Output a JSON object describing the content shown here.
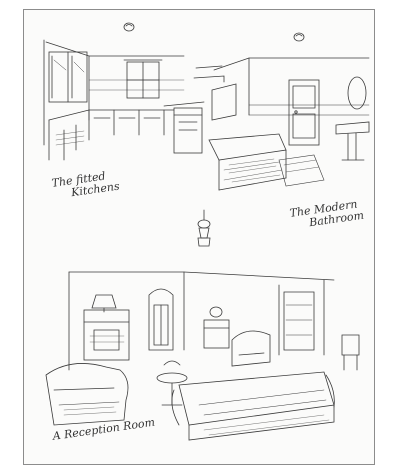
{
  "captions": {
    "kitchens": {
      "line1": "The fitted",
      "line2": "Kitchens"
    },
    "bathroom": {
      "line1": "The Modern",
      "line2": "Bathroom"
    },
    "reception": {
      "line1": "A Reception Room"
    }
  },
  "colors": {
    "ink": "#3a3a3a",
    "paper": "#fbfbfa",
    "border": "#8c8c8c"
  }
}
